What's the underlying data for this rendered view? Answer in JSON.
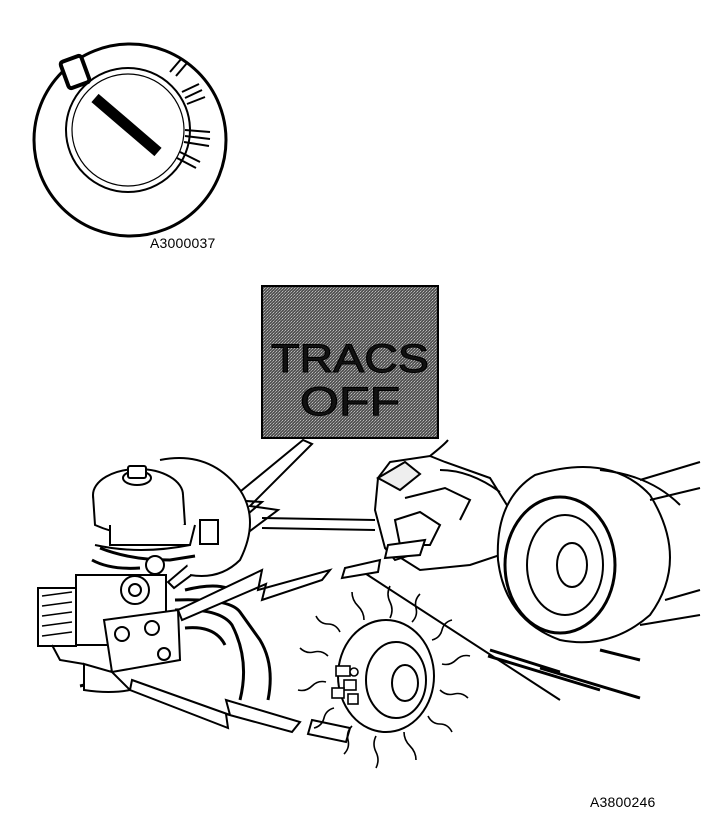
{
  "figures": {
    "ignition_label": "A3000037",
    "system_label": "A3800246"
  },
  "indicator": {
    "line1": "TRACS",
    "line2": "OFF",
    "background": "#3a3a3a",
    "text_color": "#0a0a0a"
  },
  "icons": {
    "ignition": "ignition-switch-icon",
    "modulator": "abs-modulator-icon",
    "brake_rotor": "wheel-speed-sensor-icon",
    "transaxle": "transaxle-icon",
    "tire": "front-tire-icon"
  }
}
